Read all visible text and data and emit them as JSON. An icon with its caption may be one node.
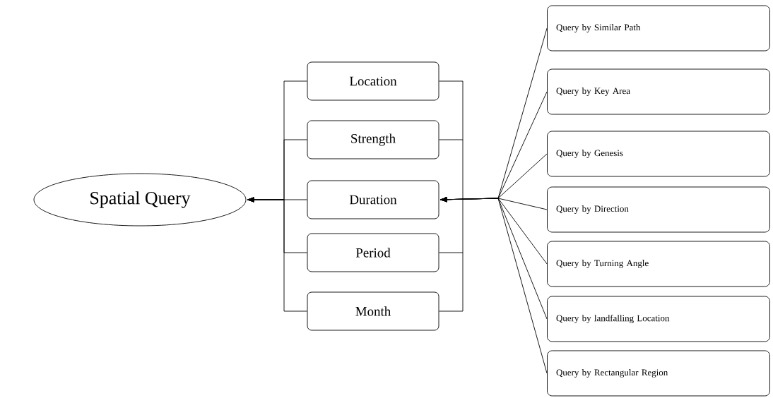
{
  "diagram": {
    "nodes": [
      {
        "text": [
          "Spatial Query"
        ]
      },
      {
        "text": [
          "Location"
        ]
      },
      {
        "text": [
          "Strength"
        ]
      },
      {
        "text": [
          "Duration"
        ]
      },
      {
        "text": [
          "Period"
        ]
      },
      {
        "text": [
          "Month"
        ]
      },
      {
        "text": [
          "Query by Similar Path"
        ]
      },
      {
        "text": [
          "Query by Key Area"
        ]
      },
      {
        "text": [
          "Query by Genesis"
        ]
      },
      {
        "text": [
          "Query by Direction"
        ]
      },
      {
        "text": [
          "Query by Turning Angle"
        ]
      },
      {
        "text": [
          "Query by landfalling Location"
        ]
      },
      {
        "text": [
          "Query by Rectangular Region"
        ]
      }
    ],
    "edges": [
      {
        "from": 1,
        "to": 0,
        "arrow": "to"
      },
      {
        "from": 2,
        "to": 0,
        "arrow": "to"
      },
      {
        "from": 3,
        "to": 0,
        "arrow": "to"
      },
      {
        "from": 4,
        "to": 0,
        "arrow": "to"
      },
      {
        "from": 5,
        "to": 0,
        "arrow": "to"
      },
      {
        "from": 6,
        "to": 3,
        "arrow": "to"
      },
      {
        "from": 7,
        "to": 3,
        "arrow": "to"
      },
      {
        "from": 8,
        "to": 3,
        "arrow": "to"
      },
      {
        "from": 9,
        "to": 3,
        "arrow": "to"
      },
      {
        "from": 10,
        "to": 3,
        "arrow": "to"
      },
      {
        "from": 11,
        "to": 3,
        "arrow": "to"
      },
      {
        "from": 12,
        "to": 3,
        "arrow": "to"
      }
    ]
  }
}
